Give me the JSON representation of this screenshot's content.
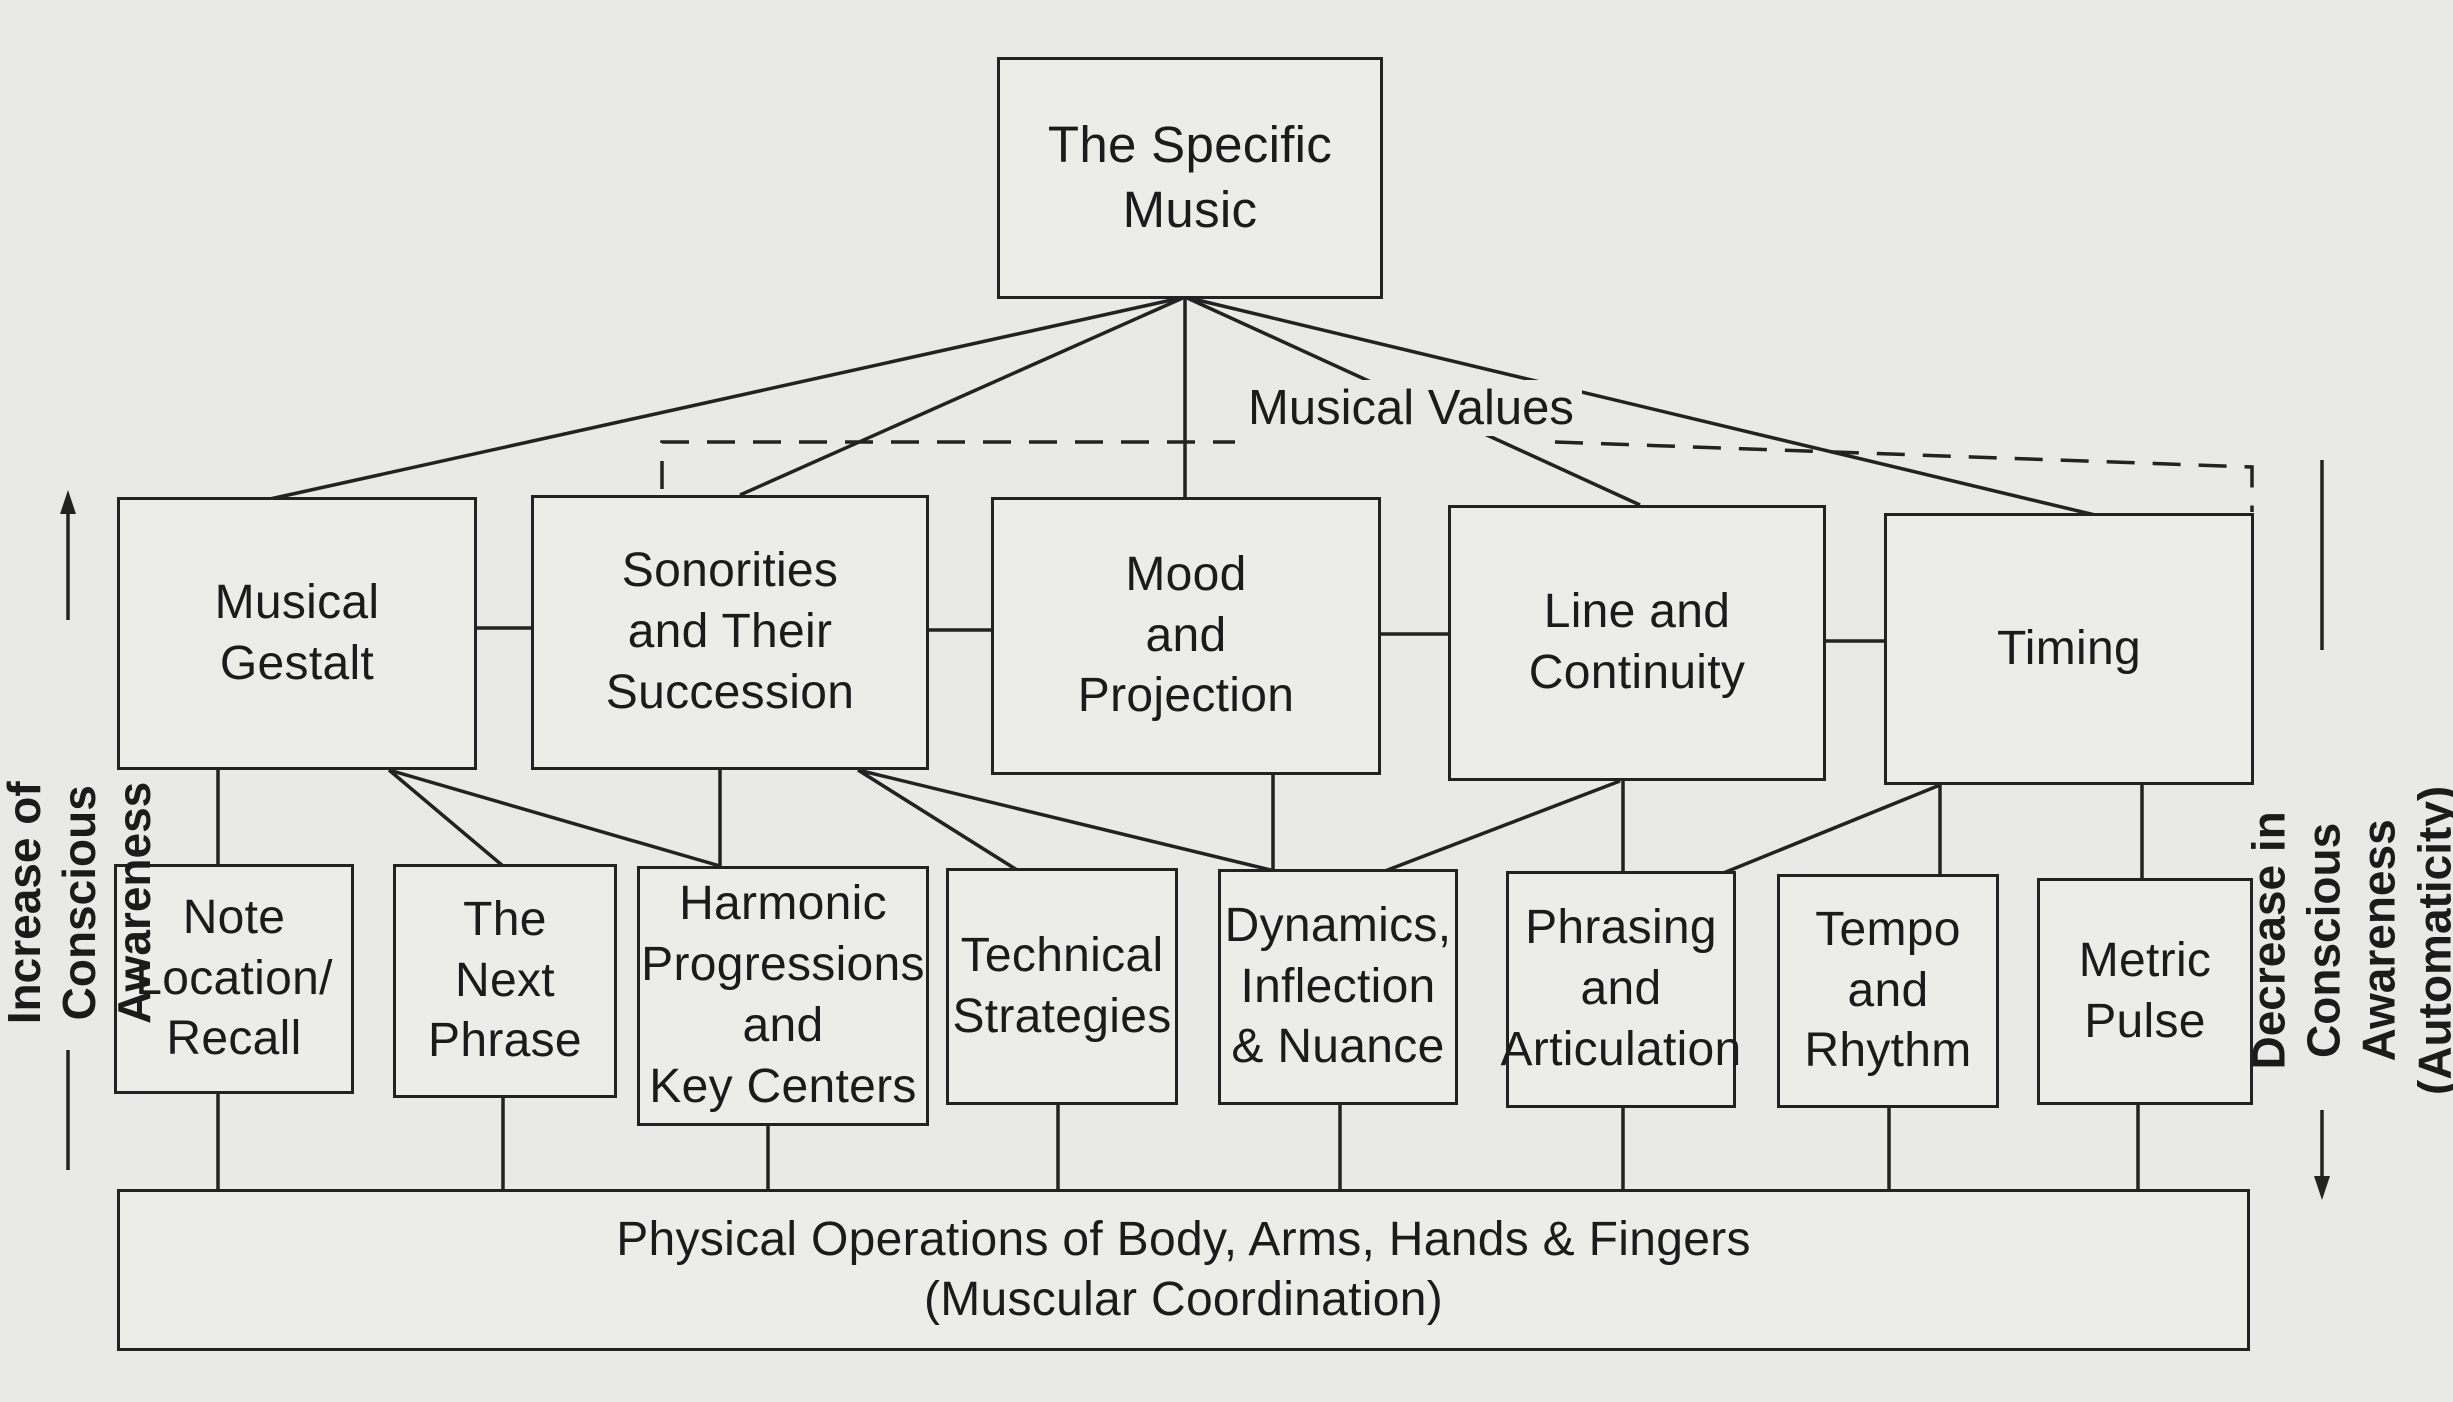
{
  "top": {
    "title": "The Specific\nMusic"
  },
  "musical_values_label": "Musical Values",
  "level2": [
    {
      "label": "Musical\nGestalt"
    },
    {
      "label": "Sonorities\nand Their\nSuccession"
    },
    {
      "label": "Mood\nand\nProjection"
    },
    {
      "label": "Line and\nContinuity"
    },
    {
      "label": "Timing"
    }
  ],
  "level3": [
    {
      "label": "Note\nLocation/\nRecall"
    },
    {
      "label": "The\nNext\nPhrase"
    },
    {
      "label": "Harmonic\nProgressions\nand\nKey Centers"
    },
    {
      "label": "Technical\nStrategies"
    },
    {
      "label": "Dynamics,\nInflection\n& Nuance"
    },
    {
      "label": "Phrasing\nand\nArticulation"
    },
    {
      "label": "Tempo\nand\nRhythm"
    },
    {
      "label": "Metric\nPulse"
    }
  ],
  "base": {
    "label": "Physical Operations of Body, Arms, Hands & Fingers\n(Muscular Coordination)"
  },
  "left_axis": "Increase of\nConscious Awareness",
  "right_axis": "Decrease in\nConscious Awareness\n(Automaticity)"
}
